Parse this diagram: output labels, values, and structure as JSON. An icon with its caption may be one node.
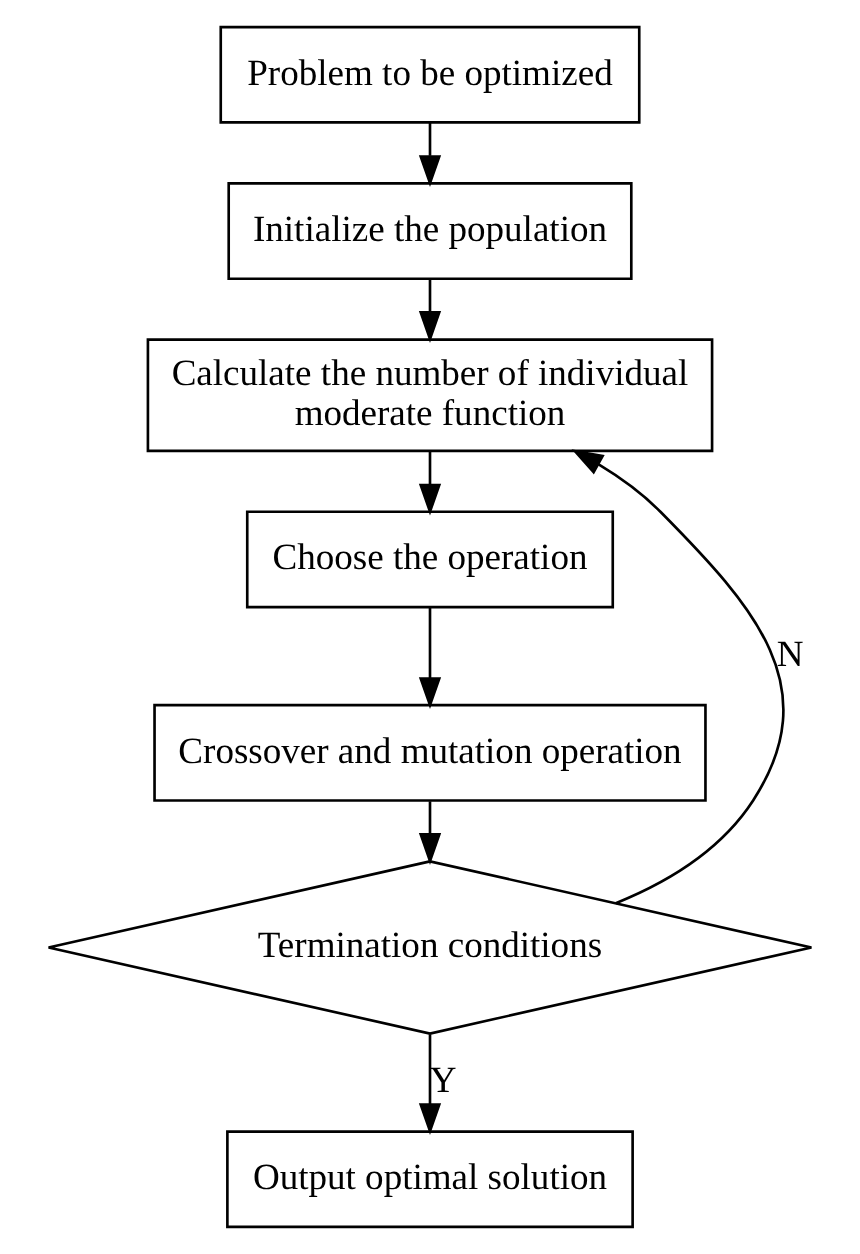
{
  "diagram": {
    "nodes": [
      {
        "text": [
          "Problem to be optimized"
        ]
      },
      {
        "text": [
          "Initialize the population"
        ]
      },
      {
        "text": [
          "Calculate the number of individual moderate function"
        ]
      },
      {
        "text": [
          "Choose the operation"
        ]
      },
      {
        "text": [
          "Crossover and mutation operation"
        ]
      },
      {
        "text": [
          "Termination conditions"
        ]
      },
      {
        "text": [
          "Output optimal solution"
        ]
      }
    ],
    "edges": [
      {
        "from": 0,
        "to": 1,
        "arrow": "to"
      },
      {
        "from": 1,
        "to": 2,
        "arrow": "to"
      },
      {
        "from": 2,
        "to": 3,
        "arrow": "to"
      },
      {
        "from": 3,
        "to": 4,
        "arrow": "to"
      },
      {
        "from": 4,
        "to": 5,
        "arrow": "to"
      },
      {
        "from": 5,
        "to": 2,
        "arrow": "to",
        "label": "N"
      },
      {
        "from": 5,
        "to": 6,
        "arrow": "to",
        "label": "Y"
      }
    ]
  }
}
